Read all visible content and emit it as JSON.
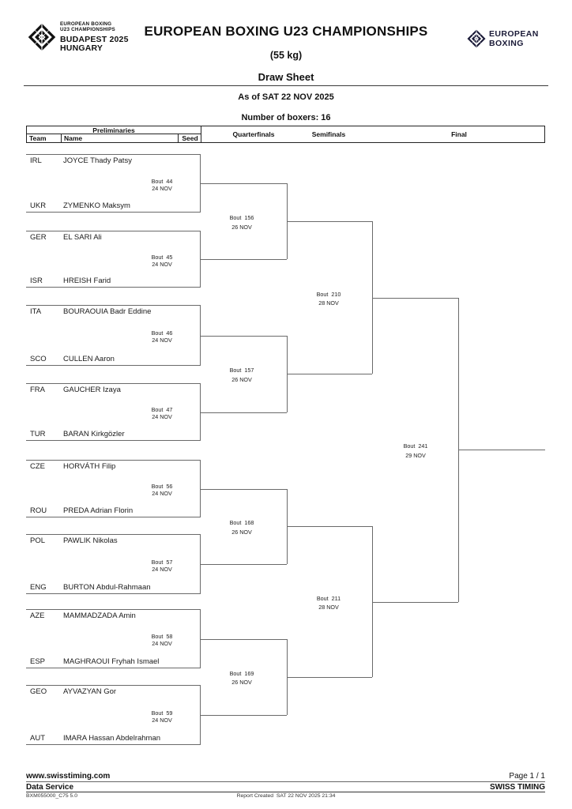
{
  "header": {
    "event_logo": {
      "line1": "EUROPEAN BOXING",
      "line2": "U23 CHAMPIONSHIPS",
      "line3": "BUDAPEST 2025",
      "line4": "HUNGARY"
    },
    "org_logo": {
      "line1": "EUROPEAN",
      "line2": "BOXING"
    },
    "title": "EUROPEAN BOXING U23 CHAMPIONSHIPS",
    "weight_category": "(55 kg)",
    "document_type": "Draw Sheet",
    "as_of": "As of SAT 22 NOV 2025",
    "number_of_boxers": "Number of boxers: 16"
  },
  "table_header": {
    "preliminaries": "Preliminaries",
    "team": "Team",
    "name": "Name",
    "seed": "Seed",
    "quarterfinals": "Quarterfinals",
    "semifinals": "Semifinals",
    "final": "Final"
  },
  "bracket": {
    "prelims": [
      {
        "bout": "Bout  44",
        "date": "24 NOV",
        "top": {
          "team": "IRL",
          "name": "JOYCE Thady Patsy"
        },
        "bottom": {
          "team": "UKR",
          "name": "ZYMENKO Maksym"
        }
      },
      {
        "bout": "Bout  45",
        "date": "24 NOV",
        "top": {
          "team": "GER",
          "name": "EL SARI Ali"
        },
        "bottom": {
          "team": "ISR",
          "name": "HREISH Farid"
        }
      },
      {
        "bout": "Bout  46",
        "date": "24 NOV",
        "top": {
          "team": "ITA",
          "name": "BOURAOUIA Badr Eddine"
        },
        "bottom": {
          "team": "SCO",
          "name": "CULLEN Aaron"
        }
      },
      {
        "bout": "Bout  47",
        "date": "24 NOV",
        "top": {
          "team": "FRA",
          "name": "GAUCHER Izaya"
        },
        "bottom": {
          "team": "TUR",
          "name": "BARAN Kirkgözler"
        }
      },
      {
        "bout": "Bout  56",
        "date": "24 NOV",
        "top": {
          "team": "CZE",
          "name": "HORVÁTH Filip"
        },
        "bottom": {
          "team": "ROU",
          "name": "PREDA Adrian Florin"
        }
      },
      {
        "bout": "Bout  57",
        "date": "24 NOV",
        "top": {
          "team": "POL",
          "name": "PAWLIK Nikolas"
        },
        "bottom": {
          "team": "ENG",
          "name": "BURTON Abdul-Rahmaan"
        }
      },
      {
        "bout": "Bout  58",
        "date": "24 NOV",
        "top": {
          "team": "AZE",
          "name": "MAMMADZADA Amin"
        },
        "bottom": {
          "team": "ESP",
          "name": "MAGHRAOUI Fryhah Ismael"
        }
      },
      {
        "bout": "Bout  59",
        "date": "24 NOV",
        "top": {
          "team": "GEO",
          "name": "AYVAZYAN Gor"
        },
        "bottom": {
          "team": "AUT",
          "name": "IMARA Hassan Abdelrahman"
        }
      }
    ],
    "quarterfinals": [
      {
        "bout": "Bout  156",
        "date": "26 NOV"
      },
      {
        "bout": "Bout  157",
        "date": "26 NOV"
      },
      {
        "bout": "Bout  168",
        "date": "26 NOV"
      },
      {
        "bout": "Bout  169",
        "date": "26 NOV"
      }
    ],
    "semifinals": [
      {
        "bout": "Bout  210",
        "date": "28 NOV"
      },
      {
        "bout": "Bout  211",
        "date": "28 NOV"
      }
    ],
    "final": {
      "bout": "Bout  241",
      "date": "29 NOV"
    }
  },
  "footer": {
    "website": "www.swisstiming.com",
    "page": "Page 1 / 1",
    "service": "Data Service",
    "brand": "SWISS TIMING",
    "report_code": "BXM055000_C75 5.0",
    "report_created": "Report Created  SAT 22 NOV 2025 21:34"
  },
  "colors": {
    "bracket_line": "#6a6a6a",
    "table_border": "#222222",
    "org_logo_text": "#1b1b38"
  }
}
